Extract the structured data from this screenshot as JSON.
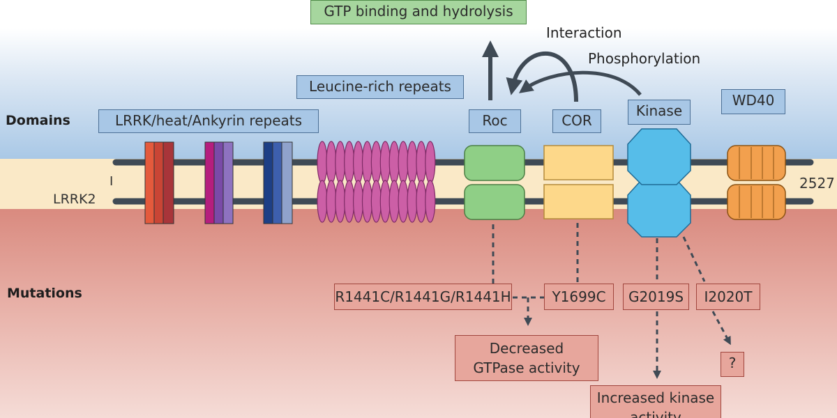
{
  "labels": {
    "gtp": "GTP binding and hydrolysis",
    "interaction": "Interaction",
    "phosphorylation": "Phosphorylation",
    "leucine": "Leucine-rich repeats",
    "domains": "Domains",
    "lrrk_repeats": "LRRK/heat/Ankyrin repeats",
    "roc": "Roc",
    "cor": "COR",
    "kinase": "Kinase",
    "wd40": "WD40",
    "lrrk2": "LRRK2",
    "start": "I",
    "end": "2527",
    "mutations": "Mutations"
  },
  "mutations": {
    "r1441": "R1441C/R1441G/R1441H",
    "y1699c": "Y1699C",
    "g2019s": "G2019S",
    "i2020t": "I2020T"
  },
  "effects": {
    "gtpase_line1": "Decreased",
    "gtpase_line2": "GTPase activity",
    "unknown": "?",
    "kinase_line1": "Increased kinase",
    "kinase_line2": "activity"
  },
  "colors": {
    "domains_band": "#a9c8e6",
    "protein_band": "#fae9c7",
    "mutations_band": "#d98a7f",
    "backbone": "#3f4a55",
    "lrr": "#cc5fa6",
    "roc": "#8fcf86",
    "cor": "#fdd88a",
    "kinase": "#56bde9",
    "wd40": "#f2a04e"
  }
}
